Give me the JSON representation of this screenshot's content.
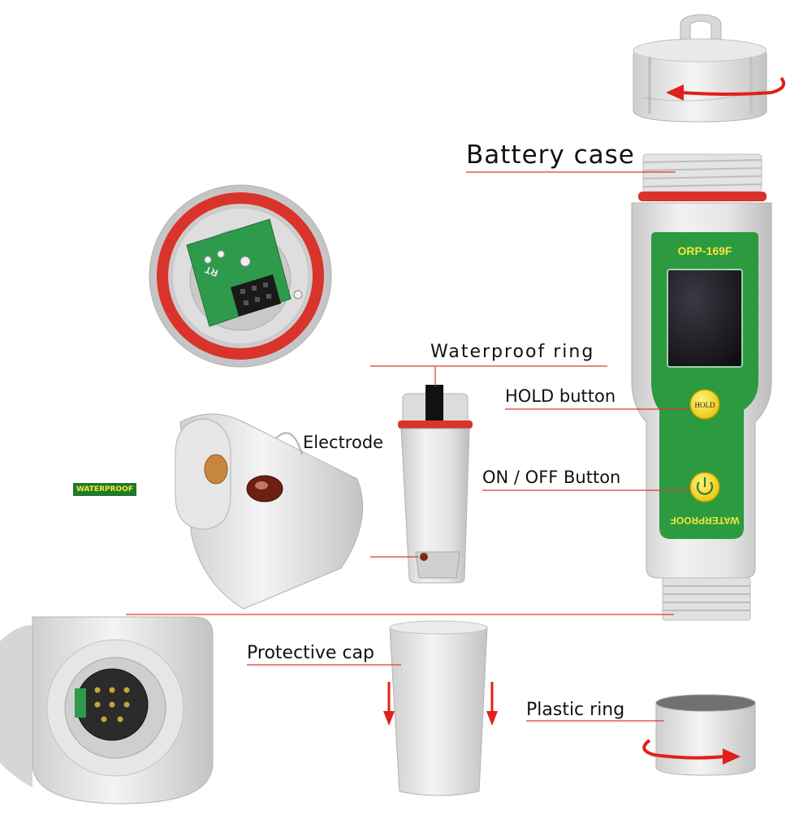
{
  "labels": {
    "battery_case": "Battery case",
    "waterproof_ring": "Waterproof ring",
    "hold_button": "HOLD button",
    "electrode": "Electrode",
    "on_off_button": "ON / OFF Button",
    "protective_cap": "Protective cap",
    "plastic_ring": "Plastic ring"
  },
  "device": {
    "model": "ORP-169F",
    "hold_key": "HOLD",
    "waterproof_mark": "WATERPROOF"
  },
  "board": {
    "silkscreen": "RT"
  },
  "badge": {
    "waterproof": "WATERPROOF"
  },
  "colors": {
    "device_green": "#2c9a3f",
    "button_yellow": "#f2d81a",
    "ring_red": "#d9342b",
    "arrow_red": "#e0201a",
    "pcb_green": "#2e9b4c",
    "plastic_gray": "#dcdcdc",
    "leader_line": "#d93a33"
  }
}
